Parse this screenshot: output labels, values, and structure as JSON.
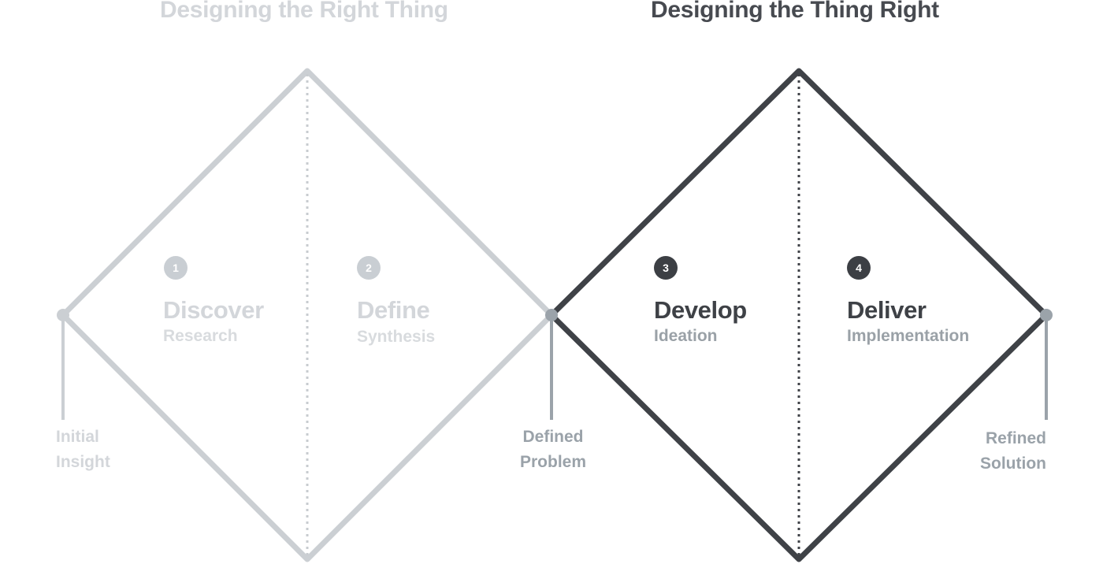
{
  "sections": [
    {
      "title": "Designing the Right Thing",
      "state": "inactive"
    },
    {
      "title": "Designing the Thing Right",
      "state": "active"
    }
  ],
  "phases": [
    {
      "number": "1",
      "name": "Discover",
      "subtitle": "Research",
      "state": "inactive"
    },
    {
      "number": "2",
      "name": "Define",
      "subtitle": "Synthesis",
      "state": "inactive"
    },
    {
      "number": "3",
      "name": "Develop",
      "subtitle": "Ideation",
      "state": "active"
    },
    {
      "number": "4",
      "name": "Deliver",
      "subtitle": "Implementation",
      "state": "active"
    }
  ],
  "milestones": [
    {
      "line1": "Initial",
      "line2": "Insight",
      "state": "inactive"
    },
    {
      "line1": "Defined",
      "line2": "Problem",
      "state": "active"
    },
    {
      "line1": "Refined",
      "line2": "Solution",
      "state": "active"
    }
  ],
  "colors": {
    "inactive_stroke": "#cbcfd3",
    "inactive_divider": "#c8ccd0",
    "active_stroke": "#3f4247",
    "active_divider": "#3f4247",
    "milestone_marker": "#9ba3aa",
    "milestone_marker_inactive": "#cbcfd3"
  }
}
